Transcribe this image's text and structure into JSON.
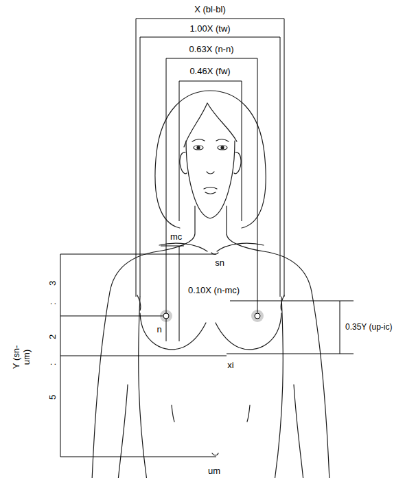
{
  "diagram": {
    "labels": [
      "X (bl-bl)",
      "1.00X (tw)",
      "0.63X (n-n)",
      "0.46X (fw)",
      "mc",
      "sn",
      "3",
      ":",
      "0.10X (n-mc)",
      "n",
      "2",
      "0.35Y (up-ic)",
      ":",
      "xi",
      "Y (sn-um)",
      "5",
      "um"
    ]
  }
}
